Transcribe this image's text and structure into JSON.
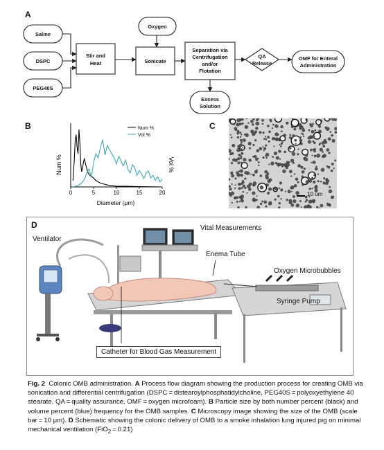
{
  "panels": {
    "a": "A",
    "b": "B",
    "c": "C",
    "d": "D"
  },
  "flow": {
    "saline": "Saline",
    "dspc": "DSPC",
    "peg40s": "PEG40S",
    "stir_heat_1": "Stir and",
    "stir_heat_2": "Heat",
    "oxygen": "Oxygen",
    "sonicate": "Sonicate",
    "sep_1": "Separation via",
    "sep_2": "Centrifugation",
    "sep_3": "and/or",
    "sep_4": "Flotation",
    "qa_1": "QA",
    "qa_2": "Release",
    "omf_1": "OMF for Enteral",
    "omf_2": "Administration",
    "excess_1": "Excess",
    "excess_2": "Solution"
  },
  "chart_data": {
    "type": "line",
    "xlabel": "Diameter (μm)",
    "ylabel_left": "Num %",
    "ylabel_right": "Vol %",
    "xlim": [
      0,
      20
    ],
    "xticks": [
      0,
      5,
      10,
      15,
      20
    ],
    "x_tick_labels": [
      "0",
      "5",
      "10",
      "15",
      "20"
    ],
    "legend_position": "top-right",
    "series": [
      {
        "name": "Num %",
        "color": "#000000",
        "x": [
          0.5,
          0.8,
          1.0,
          1.2,
          1.4,
          1.6,
          1.8,
          2.0,
          2.2,
          2.4,
          2.6,
          2.8,
          3.0,
          3.4,
          3.8,
          4.2,
          4.6,
          5.0,
          5.5,
          6.0,
          6.5,
          7.0,
          8.0,
          9.0,
          10.0,
          12.0,
          15.0,
          20.0
        ],
        "y": [
          0.1,
          0.45,
          0.75,
          0.82,
          0.62,
          0.52,
          0.9,
          0.7,
          0.36,
          0.24,
          0.3,
          0.4,
          0.44,
          0.32,
          0.22,
          0.18,
          0.16,
          0.14,
          0.1,
          0.08,
          0.06,
          0.05,
          0.03,
          0.02,
          0.01,
          0.01,
          0.005,
          0.0
        ]
      },
      {
        "name": "Vol %",
        "color": "#3aaab5",
        "x": [
          0.5,
          1.0,
          1.5,
          2.0,
          2.5,
          3.0,
          3.5,
          4.0,
          4.5,
          5.0,
          5.5,
          6.0,
          6.5,
          7.0,
          7.5,
          8.0,
          8.5,
          9.0,
          9.5,
          10.0,
          10.5,
          11.0,
          11.5,
          12.0,
          12.5,
          13.0,
          13.5,
          14.0,
          14.5,
          15.0,
          15.5,
          16.0,
          16.5,
          17.0,
          17.5,
          18.0,
          18.5,
          19.0,
          19.5,
          20.0
        ],
        "y": [
          0.0,
          0.01,
          0.02,
          0.04,
          0.07,
          0.12,
          0.22,
          0.28,
          0.15,
          0.38,
          0.52,
          0.46,
          0.62,
          0.74,
          0.5,
          0.65,
          0.58,
          0.52,
          0.46,
          0.36,
          0.48,
          0.41,
          0.33,
          0.42,
          0.28,
          0.22,
          0.35,
          0.3,
          0.18,
          0.26,
          0.2,
          0.13,
          0.22,
          0.25,
          0.14,
          0.18,
          0.1,
          0.16,
          0.08,
          0.12
        ]
      }
    ]
  },
  "micro": {
    "scalebar_label": "10 um"
  },
  "setup": {
    "ventilator": "Ventilator",
    "vital": "Vital Measurements",
    "enema": "Enema Tube",
    "microbubbles": "Oxygen Microbubbles",
    "syringe": "Syringe Pump",
    "catheter": "Catheter for Blood Gas Measurement"
  },
  "caption": {
    "fig": "Fig. 2",
    "title": "Colonic OMB administration.",
    "a": "A",
    "a_text": "Process flow diagram showing the production process for creating OMB via sonication and differential centrifugation (DSPC = distearoylphosphatidylcholine, PEG40S = polyoxyethylene 40 stearate, QA = quality assurance, OMF = oxygen microfoam).",
    "b": "B",
    "b_text": "Particle size by both number percent (black) and volume percent (blue) frequency for the OMB samples.",
    "c": "C",
    "c_text": "Microscopy image showing the size of the OMB (scale bar = 10 μm).",
    "d": "D",
    "d_text": "Schematic showing the colonic delivery of OMB to a smoke inhalation lung injured pig on minimal mechanical ventilation (FiO",
    "d_sub": "2",
    "d_end": " = 0.21)"
  },
  "colors": {
    "vol_series": "#3aaab5",
    "num_series": "#000000",
    "box_stroke": "#222222"
  }
}
